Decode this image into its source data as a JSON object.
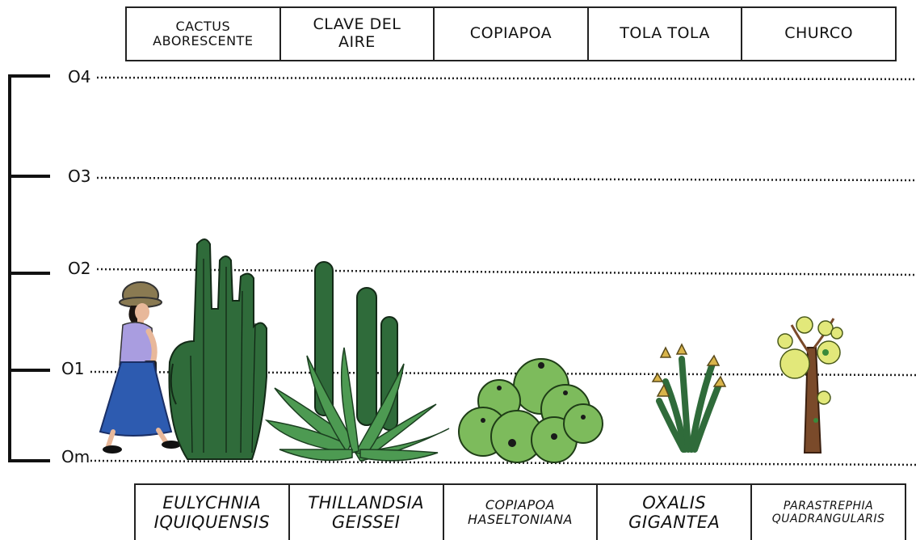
{
  "common_names": [
    "CACTUS\nABORESCENTE",
    "CLAVE DEL\nAIRE",
    "COPIAPOA",
    "TOLA TOLA",
    "CHURCO"
  ],
  "scientific_names": [
    "EULYCHNIA\nIQUIQUENSIS",
    "THILLANDSIA\nGEISSEI",
    "COPIAPOA\nHASELTONIANA",
    "OXALIS\nGIGANTEA",
    "PARASTREPHIA\nQUADRANGULARIS"
  ],
  "scale_labels": [
    "O4",
    "O3",
    "O2",
    "O1",
    "Om"
  ],
  "colors": {
    "cactus_dark": "#2f6b3a",
    "cactus_light": "#7dbb5c",
    "skirt": "#2d5bb0",
    "blouse": "#a99de0",
    "hat": "#8a7a52",
    "flower": "#d9b44a",
    "churco_flower": "#e2e87a",
    "trunk": "#7a4a2a"
  }
}
